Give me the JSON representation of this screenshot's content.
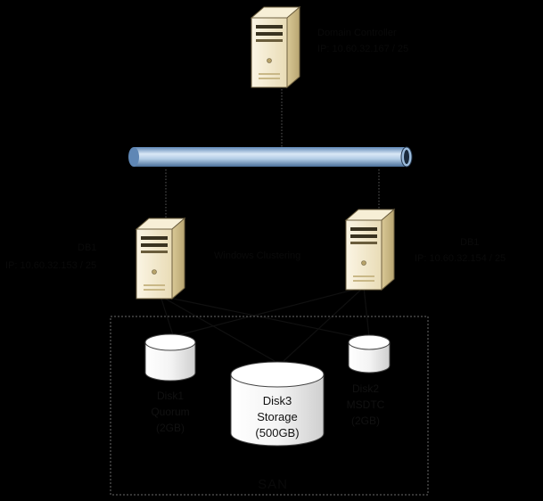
{
  "domain_controller": {
    "name": "Domain Controller",
    "ip": "IP: 10.60.32.167 / 25"
  },
  "db1": {
    "name": "DB1",
    "ip": "IP: 10.60.32.153 / 25"
  },
  "db2": {
    "name": "DB1",
    "ip": "IP: 10.60.32.154 / 25"
  },
  "cluster_label": "Windows Clustering",
  "disks": [
    {
      "name": "Disk1",
      "role": "Quorum",
      "size": "(2GB)"
    },
    {
      "name": "Disk2",
      "role": "MSDTC",
      "size": "(2GB)"
    },
    {
      "name": "Disk3",
      "role": "Storage",
      "size": "(500GB)"
    }
  ],
  "san_label": "SAN",
  "colors": {
    "background": "#000000",
    "network_pipe": "#bcd6ec",
    "server_body": "#f3ead0",
    "disk_body": "#f2f2f2"
  }
}
